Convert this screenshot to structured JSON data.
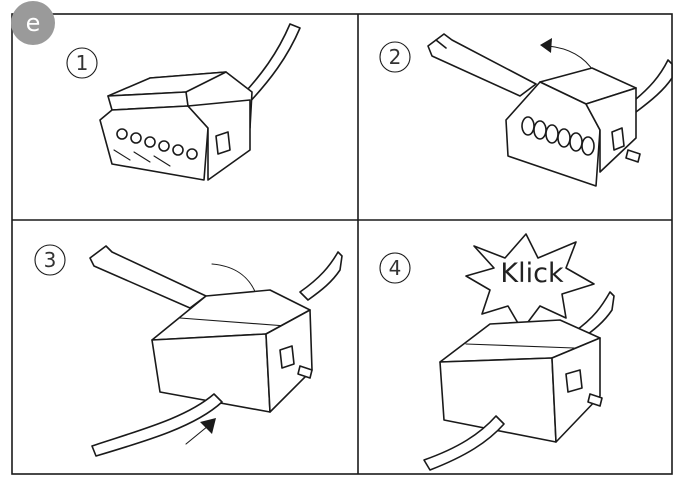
{
  "figure": {
    "badge_letter": "e",
    "colors": {
      "badge_fill": "#9a9a9a",
      "badge_text": "#ffffff",
      "line": "#1a1a1a",
      "background": "#ffffff"
    },
    "panels": [
      {
        "step": "1"
      },
      {
        "step": "2"
      },
      {
        "step": "3"
      },
      {
        "step": "4",
        "callout": "Klick"
      }
    ]
  }
}
